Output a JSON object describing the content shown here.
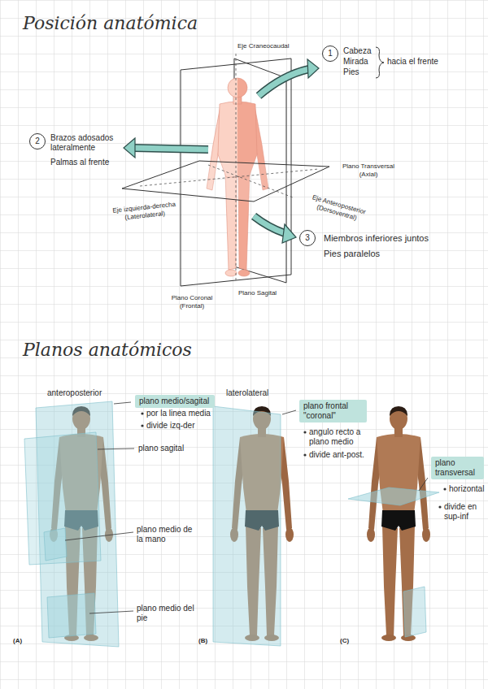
{
  "diagram": {
    "title": "Posición anatómica",
    "nodes": [
      {
        "text": [
          "1"
        ]
      },
      {
        "text": [
          "2"
        ]
      },
      {
        "text": [
          "3"
        ]
      },
      {
        "text": [
          "plano medio/sagital"
        ]
      },
      {
        "text": [
          "plano frontal \"coronal\""
        ]
      },
      {
        "text": [
          "plano transversal"
        ]
      }
    ],
    "labels": [
      "Cabeza",
      "Mirada",
      "Pies",
      "hacia el frente",
      "Brazos adosados lateralmente",
      "Palmas al frente",
      "Miembros inferiores juntos",
      "Pies paralelos",
      "Eje Craneocaudal",
      "Plano Transversal (Axial)",
      "Eje izquierda-derecha (Laterolateral)",
      "Eje Anteroposterior (Dorsoventral)",
      "Plano Coronal (Frontal)",
      "Plano Sagital",
      "Planos anatómicos",
      "anteroposterior",
      "por la linea media",
      "divide izq-der",
      "plano sagital",
      "plano medio de la mano",
      "plano medio del pie",
      "(A)",
      "laterolateral",
      "angulo recto a plano medio",
      "divide ant-post.",
      "(B)",
      "horizontal",
      "divide en sup-inf",
      "(C)"
    ]
  }
}
